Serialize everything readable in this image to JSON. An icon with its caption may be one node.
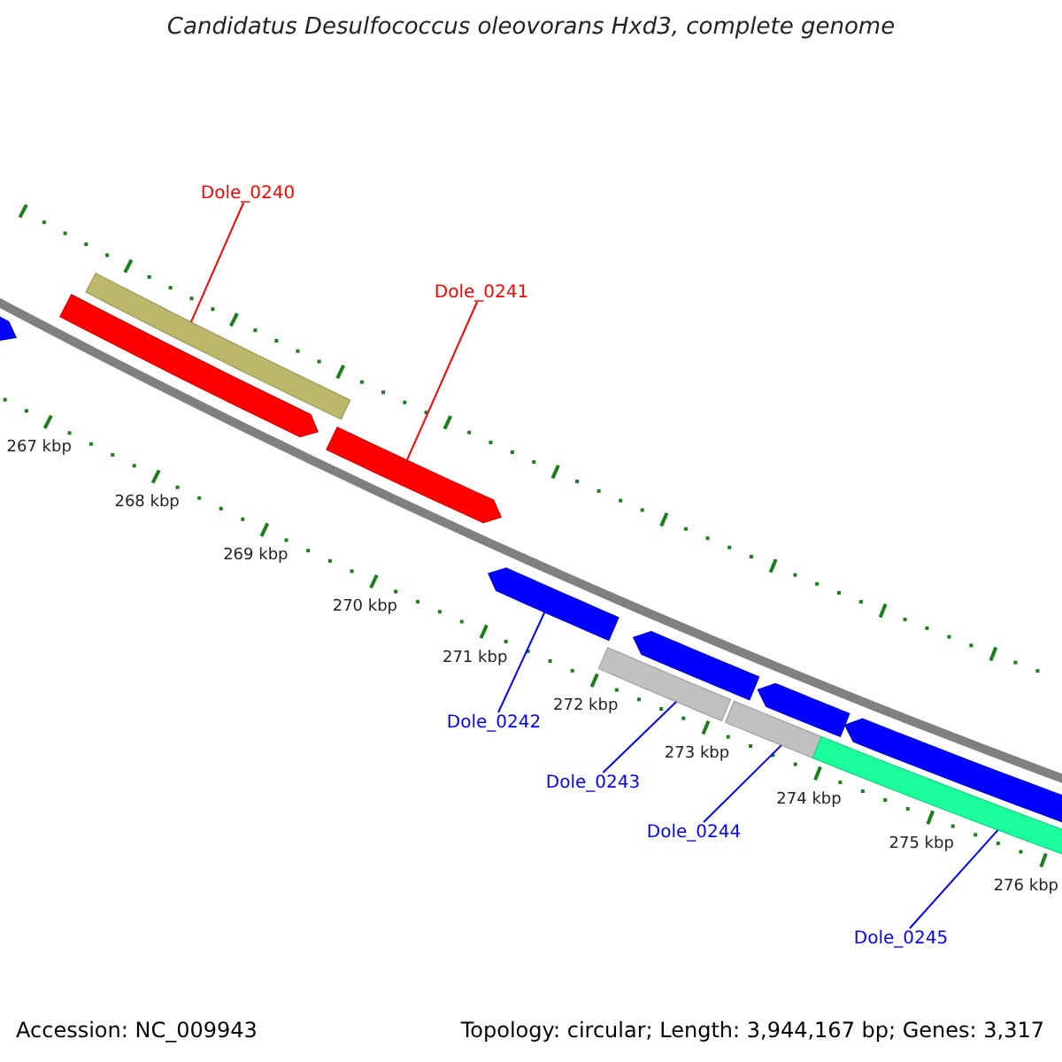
{
  "diagram": {
    "title": "Candidatus Desulfococcus oleovorans Hxd3, complete genome",
    "nodes": [
      {
        "text": [
          "Dole_0240"
        ]
      },
      {
        "text": [
          "Dole_0241"
        ]
      },
      {
        "text": [
          "Dole_0242"
        ]
      },
      {
        "text": [
          "Dole_0243"
        ]
      },
      {
        "text": [
          "Dole_0244"
        ]
      },
      {
        "text": [
          "Dole_0245"
        ]
      },
      {
        "text": [],
        "shape": "bar"
      },
      {
        "text": [],
        "shape": "bar"
      },
      {
        "text": [],
        "shape": "bar"
      },
      {
        "text": [],
        "shape": "bar"
      },
      {
        "text": [],
        "shape": "bar"
      },
      {
        "text": [],
        "shape": "bar"
      },
      {
        "text": [],
        "shape": "bar"
      },
      {
        "text": [],
        "shape": "bar"
      },
      {
        "text": [],
        "shape": "bar"
      },
      {
        "text": [],
        "shape": "bar"
      },
      {
        "text": [],
        "shape": "bar"
      }
    ],
    "edges": [
      {
        "from": 0,
        "to": 8,
        "arrow": "none",
        "color": "#ff0000"
      },
      {
        "from": 1,
        "to": 9,
        "arrow": "none",
        "color": "#ff0000"
      },
      {
        "from": 2,
        "to": 10,
        "arrow": "none"
      },
      {
        "from": 3,
        "to": 11,
        "arrow": "none"
      },
      {
        "from": 4,
        "to": 13,
        "arrow": "none"
      },
      {
        "from": 5,
        "to": 15,
        "arrow": "none"
      }
    ],
    "labels": [
      "267 kbp",
      "268 kbp",
      "269 kbp",
      "270 kbp",
      "271 kbp",
      "272 kbp",
      "273 kbp",
      "274 kbp",
      "275 kbp",
      "276 kbp",
      "Accession: NC_009943",
      "Topology: circular; Length: 3,944,167 bp; Genes: 3,317"
    ]
  }
}
